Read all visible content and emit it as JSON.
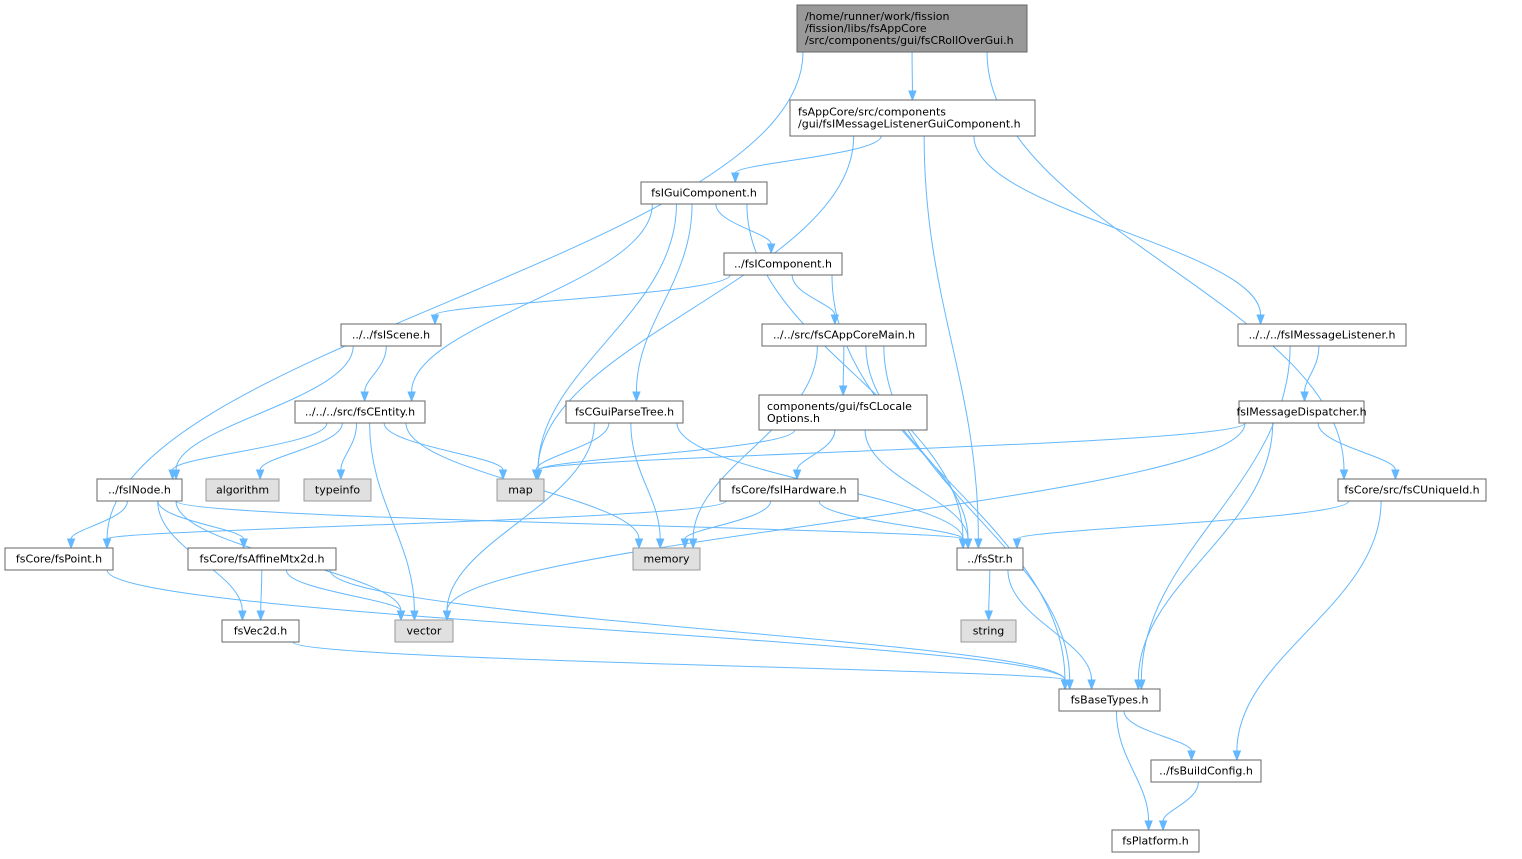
{
  "colors": {
    "root_fill": "#999999",
    "root_stroke": "#666666",
    "node_fill": "#ffffff",
    "node_stroke": "#666666",
    "system_fill": "#e0e0e0",
    "system_stroke": "#999999",
    "edge": "#63b8ff"
  },
  "nodes": [
    {
      "id": "root",
      "kind": "root",
      "lines": [
        "/home/runner/work/fission",
        "/fission/libs/fsAppCore",
        "/src/components/gui/fsCRollOverGui.h"
      ]
    },
    {
      "id": "msglistenergui",
      "kind": "file",
      "lines": [
        "fsAppCore/src/components",
        "/gui/fsIMessageListenerGuiComponent.h"
      ]
    },
    {
      "id": "iguicomponent",
      "kind": "file",
      "lines": [
        "fsIGuiComponent.h"
      ]
    },
    {
      "id": "icomponent",
      "kind": "file",
      "lines": [
        "../fsIComponent.h"
      ]
    },
    {
      "id": "iscene",
      "kind": "file",
      "lines": [
        "../../fsIScene.h"
      ]
    },
    {
      "id": "cappcoremain",
      "kind": "file",
      "lines": [
        "../../src/fsCAppCoreMain.h"
      ]
    },
    {
      "id": "imessagelistener",
      "kind": "file",
      "lines": [
        "../../../fsIMessageListener.h"
      ]
    },
    {
      "id": "centity",
      "kind": "file",
      "lines": [
        "../../../src/fsCEntity.h"
      ]
    },
    {
      "id": "cguiparsetree",
      "kind": "file",
      "lines": [
        "fsCGuiParseTree.h"
      ]
    },
    {
      "id": "clocaleoptions",
      "kind": "file",
      "lines": [
        "components/gui/fsCLocale",
        "Options.h"
      ]
    },
    {
      "id": "imessagedispatcher",
      "kind": "file",
      "lines": [
        "fsIMessageDispatcher.h"
      ]
    },
    {
      "id": "inode",
      "kind": "file",
      "lines": [
        "../fsINode.h"
      ]
    },
    {
      "id": "algorithm",
      "kind": "system",
      "lines": [
        "algorithm"
      ]
    },
    {
      "id": "typeinfo",
      "kind": "system",
      "lines": [
        "typeinfo"
      ]
    },
    {
      "id": "map",
      "kind": "system",
      "lines": [
        "map"
      ]
    },
    {
      "id": "ihardware",
      "kind": "file",
      "lines": [
        "fsCore/fsIHardware.h"
      ]
    },
    {
      "id": "cuniqueid",
      "kind": "file",
      "lines": [
        "fsCore/src/fsCUniqueId.h"
      ]
    },
    {
      "id": "point",
      "kind": "file",
      "lines": [
        "fsCore/fsPoint.h"
      ]
    },
    {
      "id": "affinemtx",
      "kind": "file",
      "lines": [
        "fsCore/fsAffineMtx2d.h"
      ]
    },
    {
      "id": "memory",
      "kind": "system",
      "lines": [
        "memory"
      ]
    },
    {
      "id": "str",
      "kind": "file",
      "lines": [
        "../fsStr.h"
      ]
    },
    {
      "id": "vec2d",
      "kind": "file",
      "lines": [
        "fsVec2d.h"
      ]
    },
    {
      "id": "vector",
      "kind": "system",
      "lines": [
        "vector"
      ]
    },
    {
      "id": "string",
      "kind": "system",
      "lines": [
        "string"
      ]
    },
    {
      "id": "basetypes",
      "kind": "file",
      "lines": [
        "fsBaseTypes.h"
      ]
    },
    {
      "id": "buildconfig",
      "kind": "file",
      "lines": [
        "../fsBuildConfig.h"
      ]
    },
    {
      "id": "platform",
      "kind": "file",
      "lines": [
        "fsPlatform.h"
      ]
    }
  ],
  "edges": [
    [
      "root",
      "point"
    ],
    [
      "root",
      "msglistenergui"
    ],
    [
      "root",
      "cuniqueid"
    ],
    [
      "msglistenergui",
      "map"
    ],
    [
      "msglistenergui",
      "iguicomponent"
    ],
    [
      "msglistenergui",
      "str"
    ],
    [
      "msglistenergui",
      "imessagelistener"
    ],
    [
      "iguicomponent",
      "centity"
    ],
    [
      "iguicomponent",
      "map"
    ],
    [
      "iguicomponent",
      "cguiparsetree"
    ],
    [
      "iguicomponent",
      "icomponent"
    ],
    [
      "iguicomponent",
      "str"
    ],
    [
      "icomponent",
      "iscene"
    ],
    [
      "icomponent",
      "cappcoremain"
    ],
    [
      "icomponent",
      "basetypes"
    ],
    [
      "iscene",
      "inode"
    ],
    [
      "iscene",
      "centity"
    ],
    [
      "cappcoremain",
      "memory"
    ],
    [
      "cappcoremain",
      "clocaleoptions"
    ],
    [
      "cappcoremain",
      "str"
    ],
    [
      "cappcoremain",
      "basetypes"
    ],
    [
      "imessagelistener",
      "imessagedispatcher"
    ],
    [
      "imessagelistener",
      "basetypes"
    ],
    [
      "centity",
      "inode"
    ],
    [
      "centity",
      "algorithm"
    ],
    [
      "centity",
      "typeinfo"
    ],
    [
      "centity",
      "map"
    ],
    [
      "centity",
      "memory"
    ],
    [
      "centity",
      "vector"
    ],
    [
      "cguiparsetree",
      "map"
    ],
    [
      "cguiparsetree",
      "memory"
    ],
    [
      "cguiparsetree",
      "vector"
    ],
    [
      "cguiparsetree",
      "str"
    ],
    [
      "clocaleoptions",
      "map"
    ],
    [
      "clocaleoptions",
      "ihardware"
    ],
    [
      "clocaleoptions",
      "str"
    ],
    [
      "imessagedispatcher",
      "map"
    ],
    [
      "imessagedispatcher",
      "cuniqueid"
    ],
    [
      "imessagedispatcher",
      "vector"
    ],
    [
      "imessagedispatcher",
      "basetypes"
    ],
    [
      "inode",
      "point"
    ],
    [
      "inode",
      "affinemtx"
    ],
    [
      "inode",
      "vec2d"
    ],
    [
      "inode",
      "vector"
    ],
    [
      "inode",
      "str"
    ],
    [
      "ihardware",
      "point"
    ],
    [
      "ihardware",
      "memory"
    ],
    [
      "ihardware",
      "str"
    ],
    [
      "cuniqueid",
      "str"
    ],
    [
      "cuniqueid",
      "buildconfig"
    ],
    [
      "point",
      "basetypes"
    ],
    [
      "affinemtx",
      "vec2d"
    ],
    [
      "affinemtx",
      "vector"
    ],
    [
      "affinemtx",
      "basetypes"
    ],
    [
      "str",
      "string"
    ],
    [
      "str",
      "basetypes"
    ],
    [
      "vec2d",
      "basetypes"
    ],
    [
      "basetypes",
      "buildconfig"
    ],
    [
      "basetypes",
      "platform"
    ],
    [
      "buildconfig",
      "platform"
    ]
  ]
}
